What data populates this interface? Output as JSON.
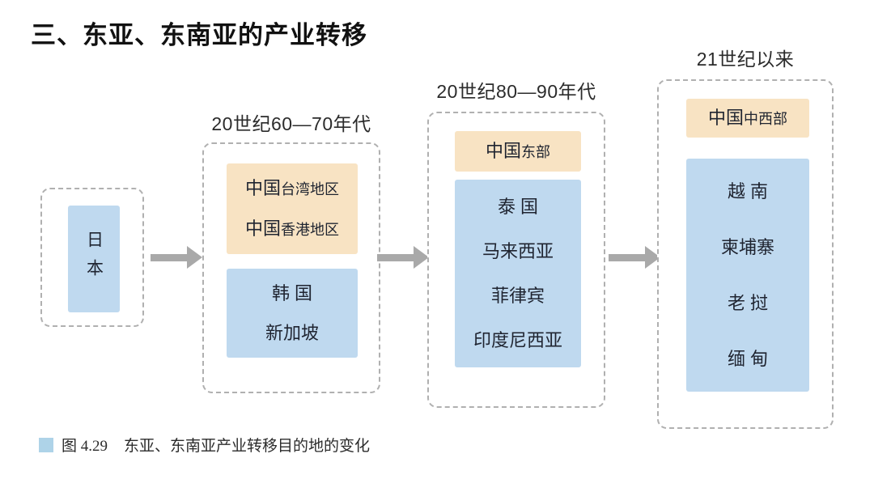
{
  "page": {
    "title": "三、东亚、东南亚的产业转移"
  },
  "caption": {
    "marker": "legend-swatch",
    "number": "图 4.29",
    "text": "东亚、东南亚产业转移目的地的变化"
  },
  "colors": {
    "tan": "#F8E3C3",
    "blue": "#BFD9EF",
    "arrow": "#A9A9A9",
    "dashed_border": "#B0B0B0",
    "caption_swatch": "#AED3E8"
  },
  "stages": [
    {
      "header": "",
      "groups": [
        {
          "fill": "blue",
          "orientation": "vertical",
          "lines": [
            "日本"
          ]
        }
      ]
    },
    {
      "header": "20世纪60—70年代",
      "groups": [
        {
          "fill": "tan",
          "orientation": "horizontal",
          "lines": [
            {
              "prefix": "中国",
              "suffix": "台湾地区"
            },
            {
              "prefix": "中国",
              "suffix": "香港地区"
            }
          ]
        },
        {
          "fill": "blue",
          "orientation": "horizontal",
          "lines": [
            "韩 国",
            "新加坡"
          ]
        }
      ]
    },
    {
      "header": "20世纪80—90年代",
      "groups": [
        {
          "fill": "tan",
          "orientation": "horizontal",
          "lines": [
            {
              "prefix": "中国",
              "suffix": "东部"
            }
          ]
        },
        {
          "fill": "blue",
          "orientation": "horizontal",
          "lines": [
            "泰 国",
            "马来西亚",
            "菲律宾",
            "印度尼西亚"
          ]
        }
      ]
    },
    {
      "header": "21世纪以来",
      "groups": [
        {
          "fill": "tan",
          "orientation": "horizontal",
          "lines": [
            {
              "prefix": "中国",
              "suffix": "中西部"
            }
          ]
        },
        {
          "fill": "blue",
          "orientation": "horizontal",
          "lines": [
            "越 南",
            "柬埔寨",
            "老 挝",
            "缅 甸"
          ]
        }
      ]
    }
  ],
  "arrows": [
    {
      "from": "日本",
      "to": "20世纪60—70年代"
    },
    {
      "from": "20世纪60—70年代",
      "to": "20世纪80—90年代"
    },
    {
      "from": "20世纪80—90年代",
      "to": "21世纪以来"
    }
  ]
}
